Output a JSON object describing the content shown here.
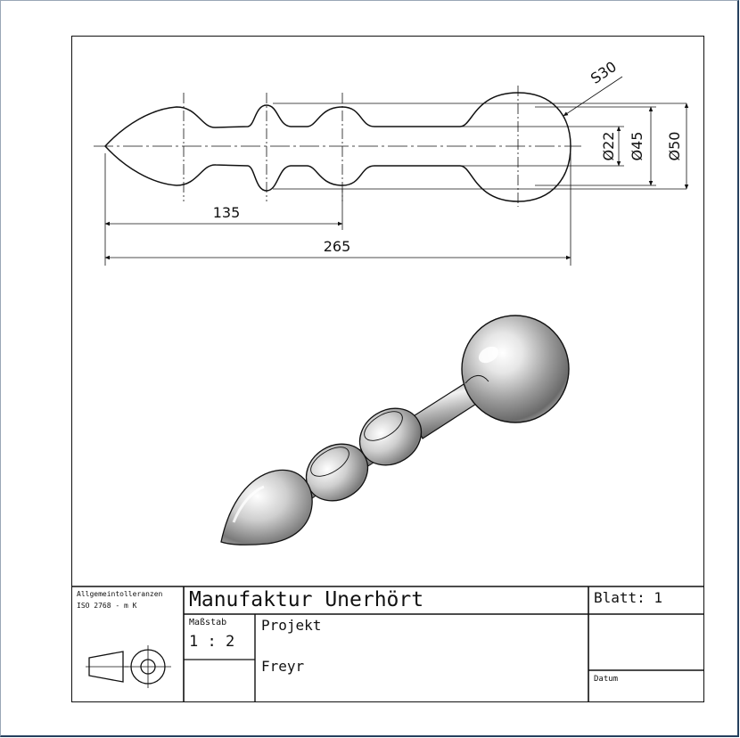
{
  "drawing": {
    "dimensions": {
      "sphere_radius": "S30",
      "dia_22": "Ø22",
      "dia_45": "Ø45",
      "dia_50": "Ø50",
      "length_135": "135",
      "length_265": "265"
    }
  },
  "title_block": {
    "tolerances_line1": "Allgemeintolleranzen",
    "tolerances_line2": "ISO 2768 - m K",
    "company": "Manufaktur Unerhört",
    "sheet": "Blatt: 1",
    "scale_label": "Maßstab",
    "scale_value": "1 : 2",
    "project_label": "Projekt",
    "project_name": "Freyr",
    "date_label": "Datum"
  },
  "colors": {
    "line": "#111111",
    "sheet_edge": "#25405e",
    "metal_light": "#f4f4f4",
    "metal_dark": "#5a5a5a"
  }
}
